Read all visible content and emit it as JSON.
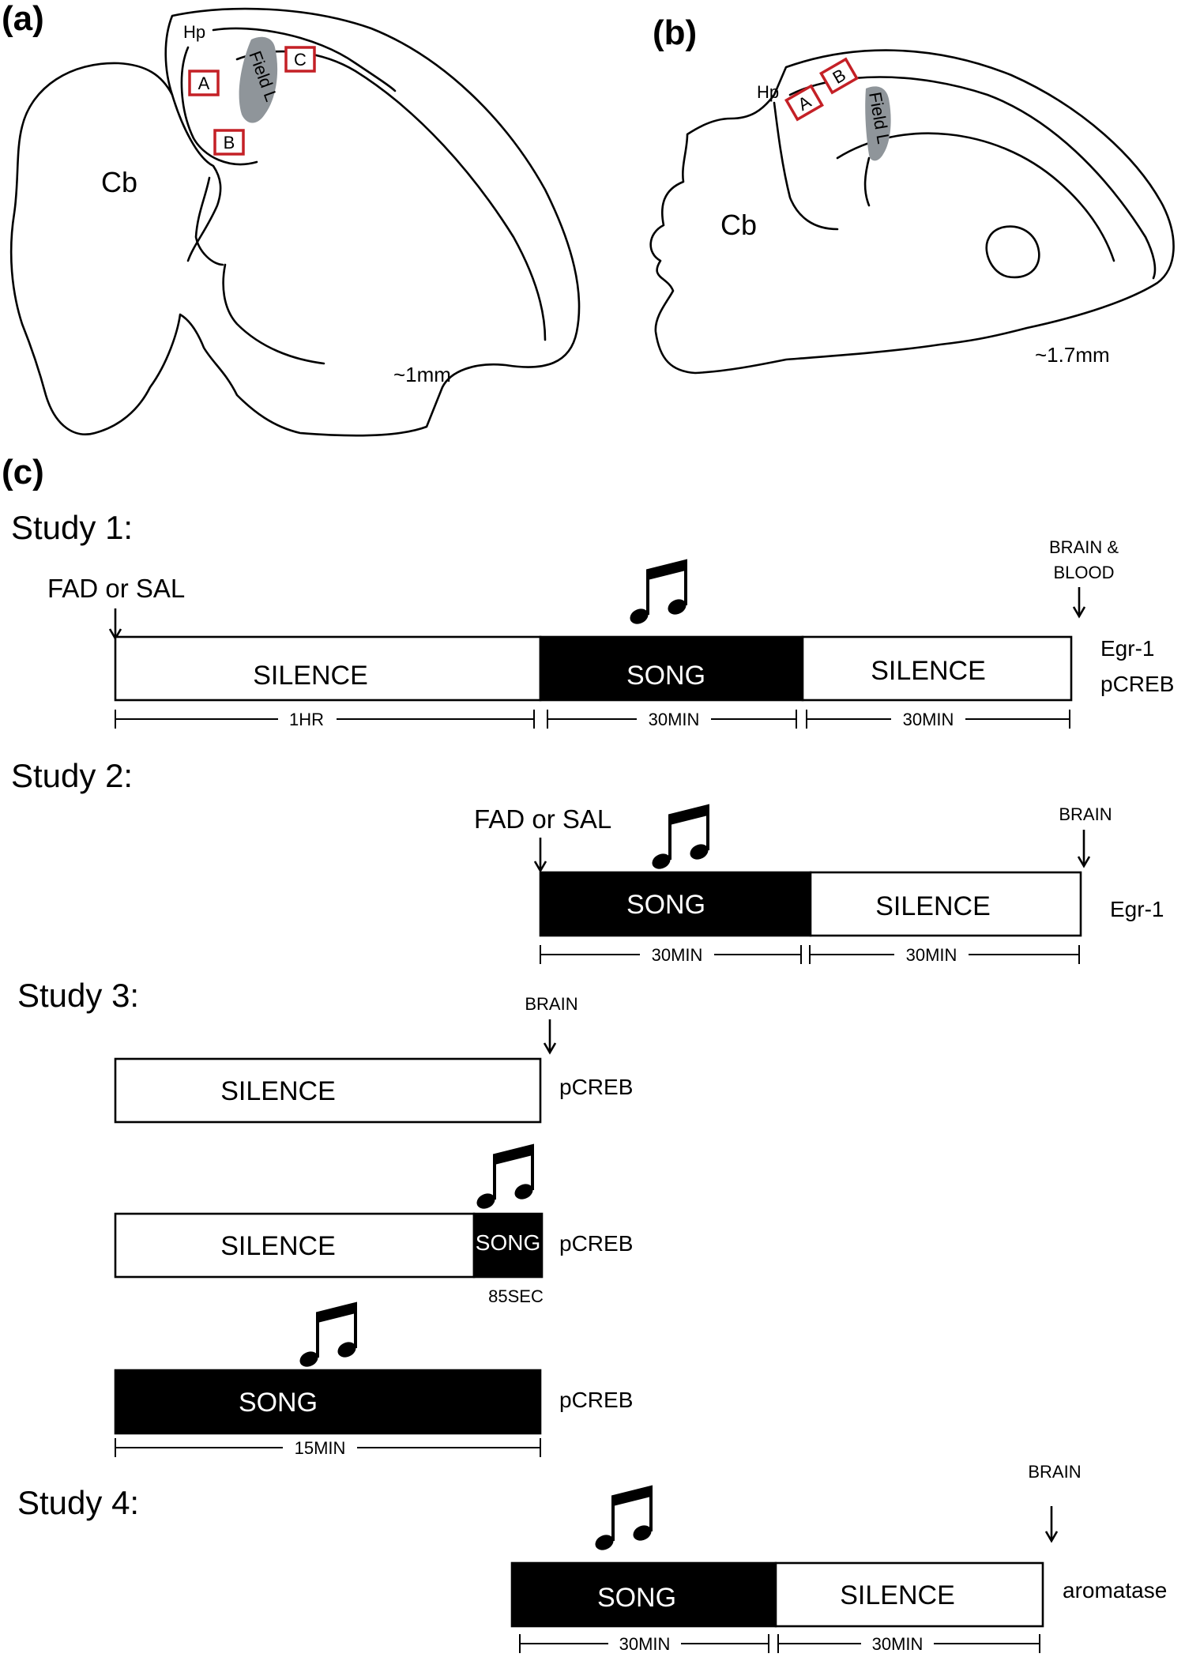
{
  "panels": {
    "a": "(a)",
    "b": "(b)",
    "c": "(c)"
  },
  "brain_a": {
    "hp": "Hp",
    "cb": "Cb",
    "field": "Field L",
    "box_a": "A",
    "box_b": "B",
    "box_c": "C",
    "scale": "~1mm"
  },
  "brain_b": {
    "hp": "Hp",
    "cb": "Cb",
    "field": "Field L",
    "box_a": "A",
    "box_b": "B",
    "scale": "~1.7mm"
  },
  "study1": {
    "title": "Study 1:",
    "start_event": "FAD or SAL",
    "end_event_1": "BRAIN &",
    "end_event_2": "BLOOD",
    "seg1": "SILENCE",
    "seg2": "SONG",
    "seg3": "SILENCE",
    "dur1": "1HR",
    "dur2": "30MIN",
    "dur3": "30MIN",
    "measure1": "Egr-1",
    "measure2": "pCREB"
  },
  "study2": {
    "title": "Study 2:",
    "start_event": "FAD or SAL",
    "end_event": "BRAIN",
    "seg1": "SONG",
    "seg2": "SILENCE",
    "dur1": "30MIN",
    "dur2": "30MIN",
    "measure": "Egr-1"
  },
  "study3": {
    "title": "Study 3:",
    "end_event": "BRAIN",
    "row1_seg": "SILENCE",
    "row1_measure": "pCREB",
    "row2_seg1": "SILENCE",
    "row2_seg2": "SONG",
    "row2_dur": "85SEC",
    "row2_measure": "pCREB",
    "row3_seg": "SONG",
    "row3_dur": "15MIN",
    "row3_measure": "pCREB"
  },
  "study4": {
    "title": "Study 4:",
    "end_event": "BRAIN",
    "seg1": "SONG",
    "seg2": "SILENCE",
    "dur1": "30MIN",
    "dur2": "30MIN",
    "measure": "aromatase"
  },
  "icons": {
    "song": "music-note-icon",
    "event": "down-arrow-icon"
  }
}
